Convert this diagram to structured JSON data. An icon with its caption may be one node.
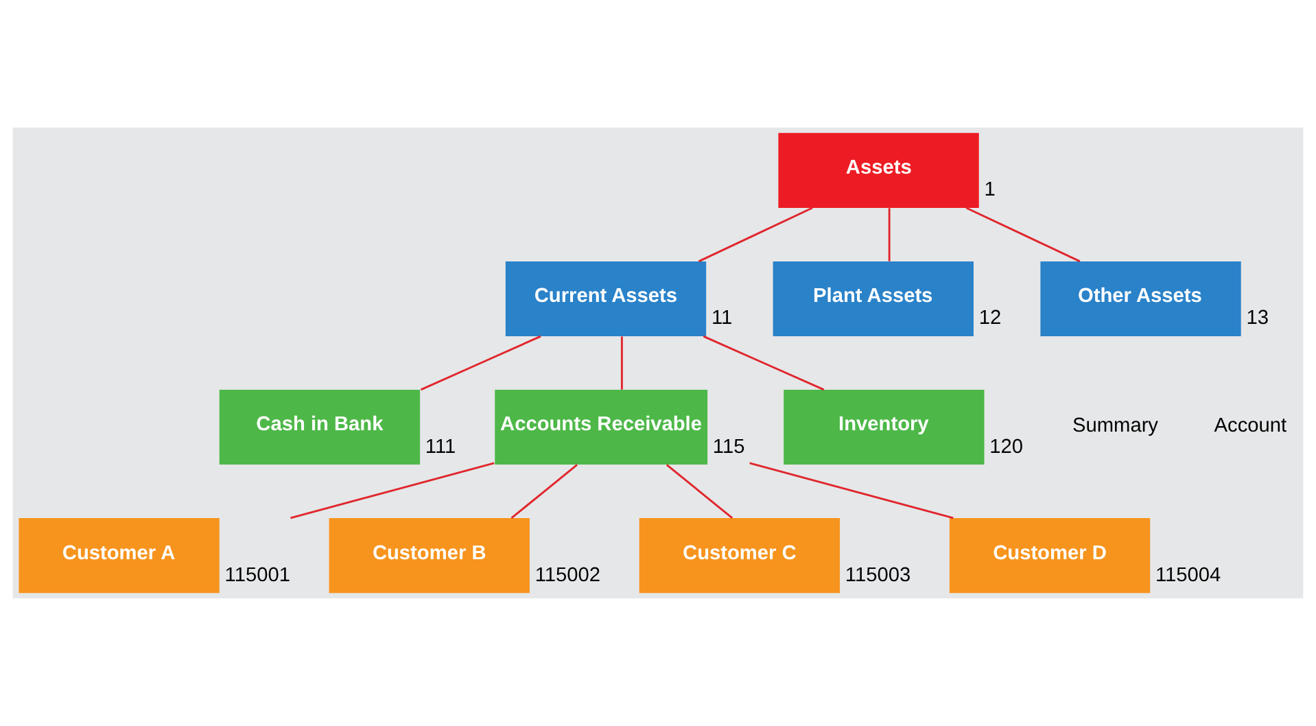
{
  "diagram": {
    "nodes": [
      {
        "text": [
          "Assets"
        ],
        "beside": [
          "1"
        ]
      },
      {
        "text": [
          "Current Assets"
        ],
        "beside": [
          "11"
        ]
      },
      {
        "text": [
          "Plant Assets"
        ],
        "beside": [
          "12"
        ]
      },
      {
        "text": [
          "Other Assets"
        ],
        "beside": [
          "13"
        ]
      },
      {
        "text": [
          "Cash in Bank"
        ],
        "beside": [
          "111"
        ]
      },
      {
        "text": [
          "Accounts Receivable"
        ],
        "beside": [
          "115"
        ]
      },
      {
        "text": [
          "Inventory"
        ],
        "beside": [
          "120"
        ]
      },
      {
        "text": [
          "Customer A"
        ],
        "beside": [
          "115001"
        ]
      },
      {
        "text": [
          "Customer B"
        ],
        "beside": [
          "115002"
        ]
      },
      {
        "text": [
          "Customer C"
        ],
        "beside": [
          "115003"
        ]
      },
      {
        "text": [
          "Customer D"
        ],
        "beside": [
          "115004"
        ]
      }
    ],
    "edges": [
      {
        "from": 0,
        "to": 1,
        "arrow": "none"
      },
      {
        "from": 0,
        "to": 2,
        "arrow": "none"
      },
      {
        "from": 0,
        "to": 3,
        "arrow": "none"
      },
      {
        "from": 1,
        "to": 4,
        "arrow": "none"
      },
      {
        "from": 1,
        "to": 5,
        "arrow": "none"
      },
      {
        "from": 1,
        "to": 6,
        "arrow": "none"
      },
      {
        "from": 5,
        "to": 7,
        "arrow": "none"
      },
      {
        "from": 5,
        "to": 8,
        "arrow": "none"
      },
      {
        "from": 5,
        "to": 9,
        "arrow": "none"
      },
      {
        "from": 5,
        "to": 10,
        "arrow": "none"
      }
    ],
    "labels": [
      "Summary",
      "Account"
    ]
  }
}
